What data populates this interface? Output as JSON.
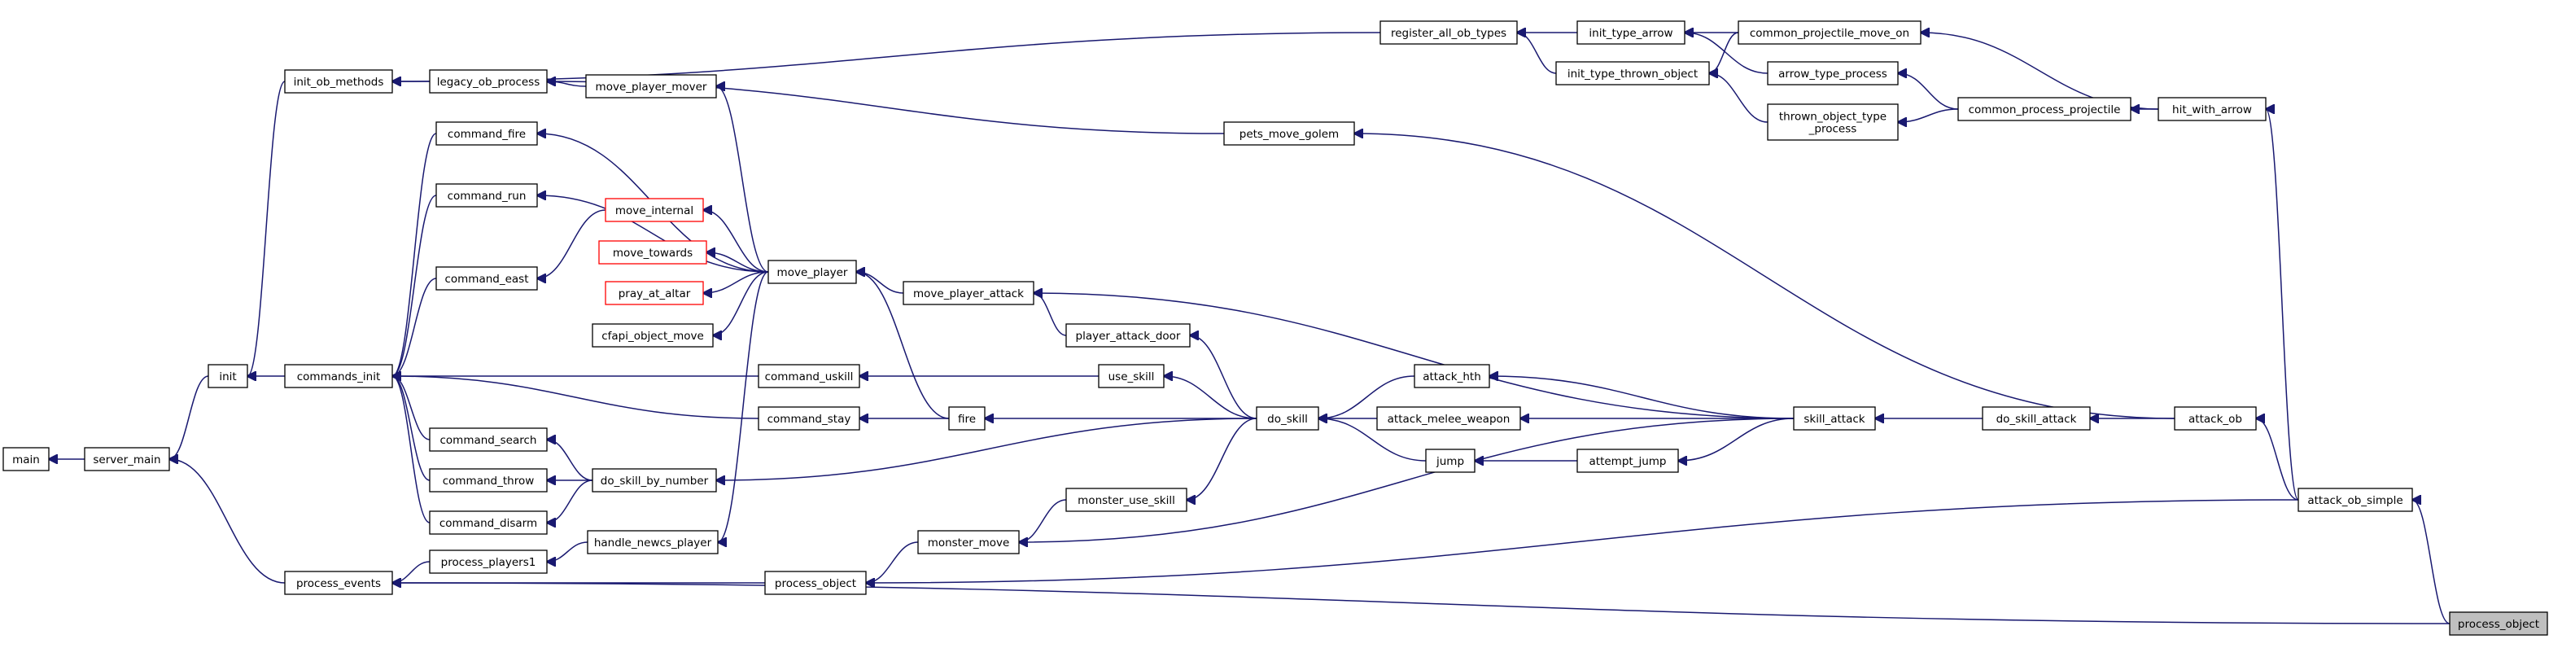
{
  "diagram": {
    "type": "call-graph",
    "edge_color": "#191970",
    "nodes": [
      {
        "id": "main",
        "label": [
          "main"
        ]
      },
      {
        "id": "server_main",
        "label": [
          "server_main"
        ]
      },
      {
        "id": "init",
        "label": [
          "init"
        ]
      },
      {
        "id": "init_ob_methods",
        "label": [
          "init_ob_methods"
        ]
      },
      {
        "id": "commands_init",
        "label": [
          "commands_init"
        ]
      },
      {
        "id": "process_events",
        "label": [
          "process_events"
        ]
      },
      {
        "id": "legacy_ob_process",
        "label": [
          "legacy_ob_process"
        ]
      },
      {
        "id": "command_fire",
        "label": [
          "command_fire"
        ]
      },
      {
        "id": "command_run",
        "label": [
          "command_run"
        ]
      },
      {
        "id": "command_east",
        "label": [
          "command_east"
        ]
      },
      {
        "id": "command_search",
        "label": [
          "command_search"
        ]
      },
      {
        "id": "command_throw",
        "label": [
          "command_throw"
        ]
      },
      {
        "id": "command_disarm",
        "label": [
          "command_disarm"
        ]
      },
      {
        "id": "process_players1",
        "label": [
          "process_players1"
        ]
      },
      {
        "id": "move_player_mover",
        "label": [
          "move_player_mover"
        ]
      },
      {
        "id": "move_internal",
        "label": [
          "move_internal"
        ],
        "style": "red"
      },
      {
        "id": "move_towards",
        "label": [
          "move_towards"
        ],
        "style": "red"
      },
      {
        "id": "pray_at_altar",
        "label": [
          "pray_at_altar"
        ],
        "style": "red"
      },
      {
        "id": "cfapi_object_move",
        "label": [
          "cfapi_object_move"
        ]
      },
      {
        "id": "do_skill_by_number",
        "label": [
          "do_skill_by_number"
        ]
      },
      {
        "id": "handle_newcs_player",
        "label": [
          "handle_newcs_player"
        ]
      },
      {
        "id": "command_uskill",
        "label": [
          "command_uskill"
        ]
      },
      {
        "id": "command_stay",
        "label": [
          "command_stay"
        ]
      },
      {
        "id": "process_object",
        "label": [
          "process_object"
        ]
      },
      {
        "id": "move_player",
        "label": [
          "move_player"
        ]
      },
      {
        "id": "move_player_attack",
        "label": [
          "move_player_attack"
        ]
      },
      {
        "id": "monster_move",
        "label": [
          "monster_move"
        ]
      },
      {
        "id": "fire",
        "label": [
          "fire"
        ]
      },
      {
        "id": "player_attack_door",
        "label": [
          "player_attack_door"
        ]
      },
      {
        "id": "use_skill",
        "label": [
          "use_skill"
        ]
      },
      {
        "id": "monster_use_skill",
        "label": [
          "monster_use_skill"
        ]
      },
      {
        "id": "pets_move_golem",
        "label": [
          "pets_move_golem"
        ]
      },
      {
        "id": "do_skill",
        "label": [
          "do_skill"
        ]
      },
      {
        "id": "register_all_ob_types",
        "label": [
          "register_all_ob_types"
        ]
      },
      {
        "id": "command_hth",
        "label": [
          "attack_hth"
        ]
      },
      {
        "id": "attack_melee_weapon",
        "label": [
          "attack_melee_weapon"
        ]
      },
      {
        "id": "jump",
        "label": [
          "jump"
        ]
      },
      {
        "id": "init_type_arrow",
        "label": [
          "init_type_arrow"
        ]
      },
      {
        "id": "init_type_thrown_object",
        "label": [
          "init_type_thrown_object"
        ]
      },
      {
        "id": "attempt_jump",
        "label": [
          "attempt_jump"
        ]
      },
      {
        "id": "common_projectile_move_on",
        "label": [
          "common_projectile_move_on"
        ]
      },
      {
        "id": "arrow_type_process",
        "label": [
          "arrow_type_process"
        ]
      },
      {
        "id": "thrown_object_type_process",
        "label": [
          "thrown_object_type",
          "_process"
        ]
      },
      {
        "id": "skill_attack",
        "label": [
          "skill_attack"
        ]
      },
      {
        "id": "common_process_projectile",
        "label": [
          "common_process_projectile"
        ]
      },
      {
        "id": "do_skill_attack",
        "label": [
          "do_skill_attack"
        ]
      },
      {
        "id": "hit_with_arrow",
        "label": [
          "hit_with_arrow"
        ]
      },
      {
        "id": "attack_ob",
        "label": [
          "attack_ob"
        ]
      },
      {
        "id": "attack_ob_simple",
        "label": [
          "attack_ob_simple"
        ]
      },
      {
        "id": "process_object_root",
        "label": [
          "process_object"
        ],
        "style": "gray"
      }
    ],
    "edges": [
      [
        "server_main",
        "main"
      ],
      [
        "init",
        "server_main"
      ],
      [
        "process_events",
        "server_main"
      ],
      [
        "init_ob_methods",
        "init"
      ],
      [
        "commands_init",
        "init"
      ],
      [
        "legacy_ob_process",
        "init_ob_methods"
      ],
      [
        "register_all_ob_types",
        "init_ob_methods"
      ],
      [
        "command_fire",
        "commands_init"
      ],
      [
        "command_run",
        "commands_init"
      ],
      [
        "command_east",
        "commands_init"
      ],
      [
        "command_search",
        "commands_init"
      ],
      [
        "command_throw",
        "commands_init"
      ],
      [
        "command_disarm",
        "commands_init"
      ],
      [
        "command_uskill",
        "commands_init"
      ],
      [
        "command_stay",
        "commands_init"
      ],
      [
        "process_players1",
        "process_events"
      ],
      [
        "process_object",
        "process_events"
      ],
      [
        "process_object_root",
        "process_events"
      ],
      [
        "move_player_mover",
        "legacy_ob_process"
      ],
      [
        "pets_move_golem",
        "legacy_ob_process"
      ],
      [
        "move_internal",
        "command_east"
      ],
      [
        "do_skill_by_number",
        "command_search"
      ],
      [
        "do_skill_by_number",
        "command_throw"
      ],
      [
        "do_skill_by_number",
        "command_disarm"
      ],
      [
        "handle_newcs_player",
        "process_players1"
      ],
      [
        "move_player",
        "move_player_mover"
      ],
      [
        "move_player",
        "command_fire"
      ],
      [
        "move_player",
        "command_run"
      ],
      [
        "move_player",
        "move_internal"
      ],
      [
        "move_player",
        "move_towards"
      ],
      [
        "move_player",
        "pray_at_altar"
      ],
      [
        "move_player",
        "cfapi_object_move"
      ],
      [
        "move_player",
        "handle_newcs_player"
      ],
      [
        "use_skill",
        "command_uskill"
      ],
      [
        "fire",
        "command_stay"
      ],
      [
        "monster_move",
        "process_object"
      ],
      [
        "move_player_attack",
        "move_player"
      ],
      [
        "fire",
        "move_player"
      ],
      [
        "player_attack_door",
        "move_player_attack"
      ],
      [
        "skill_attack",
        "move_player_attack"
      ],
      [
        "monster_use_skill",
        "monster_move"
      ],
      [
        "skill_attack",
        "monster_move"
      ],
      [
        "do_skill",
        "fire"
      ],
      [
        "do_skill",
        "player_attack_door"
      ],
      [
        "do_skill",
        "use_skill"
      ],
      [
        "do_skill",
        "do_skill_by_number"
      ],
      [
        "do_skill",
        "monster_use_skill"
      ],
      [
        "attack_ob",
        "pets_move_golem"
      ],
      [
        "command_hth",
        "do_skill"
      ],
      [
        "attack_melee_weapon",
        "do_skill"
      ],
      [
        "jump",
        "do_skill"
      ],
      [
        "init_type_arrow",
        "register_all_ob_types"
      ],
      [
        "init_type_thrown_object",
        "register_all_ob_types"
      ],
      [
        "skill_attack",
        "command_hth"
      ],
      [
        "skill_attack",
        "attack_melee_weapon"
      ],
      [
        "attempt_jump",
        "jump"
      ],
      [
        "common_projectile_move_on",
        "init_type_arrow"
      ],
      [
        "arrow_type_process",
        "init_type_arrow"
      ],
      [
        "common_projectile_move_on",
        "init_type_thrown_object"
      ],
      [
        "thrown_object_type_process",
        "init_type_thrown_object"
      ],
      [
        "skill_attack",
        "attempt_jump"
      ],
      [
        "hit_with_arrow",
        "common_projectile_move_on"
      ],
      [
        "common_process_projectile",
        "arrow_type_process"
      ],
      [
        "common_process_projectile",
        "thrown_object_type_process"
      ],
      [
        "do_skill_attack",
        "skill_attack"
      ],
      [
        "hit_with_arrow",
        "common_process_projectile"
      ],
      [
        "attack_ob",
        "do_skill_attack"
      ],
      [
        "attack_ob_simple",
        "hit_with_arrow"
      ],
      [
        "attack_ob_simple",
        "attack_ob"
      ],
      [
        "process_object_root",
        "attack_ob_simple"
      ],
      [
        "attack_ob_simple",
        "process_object"
      ]
    ]
  }
}
